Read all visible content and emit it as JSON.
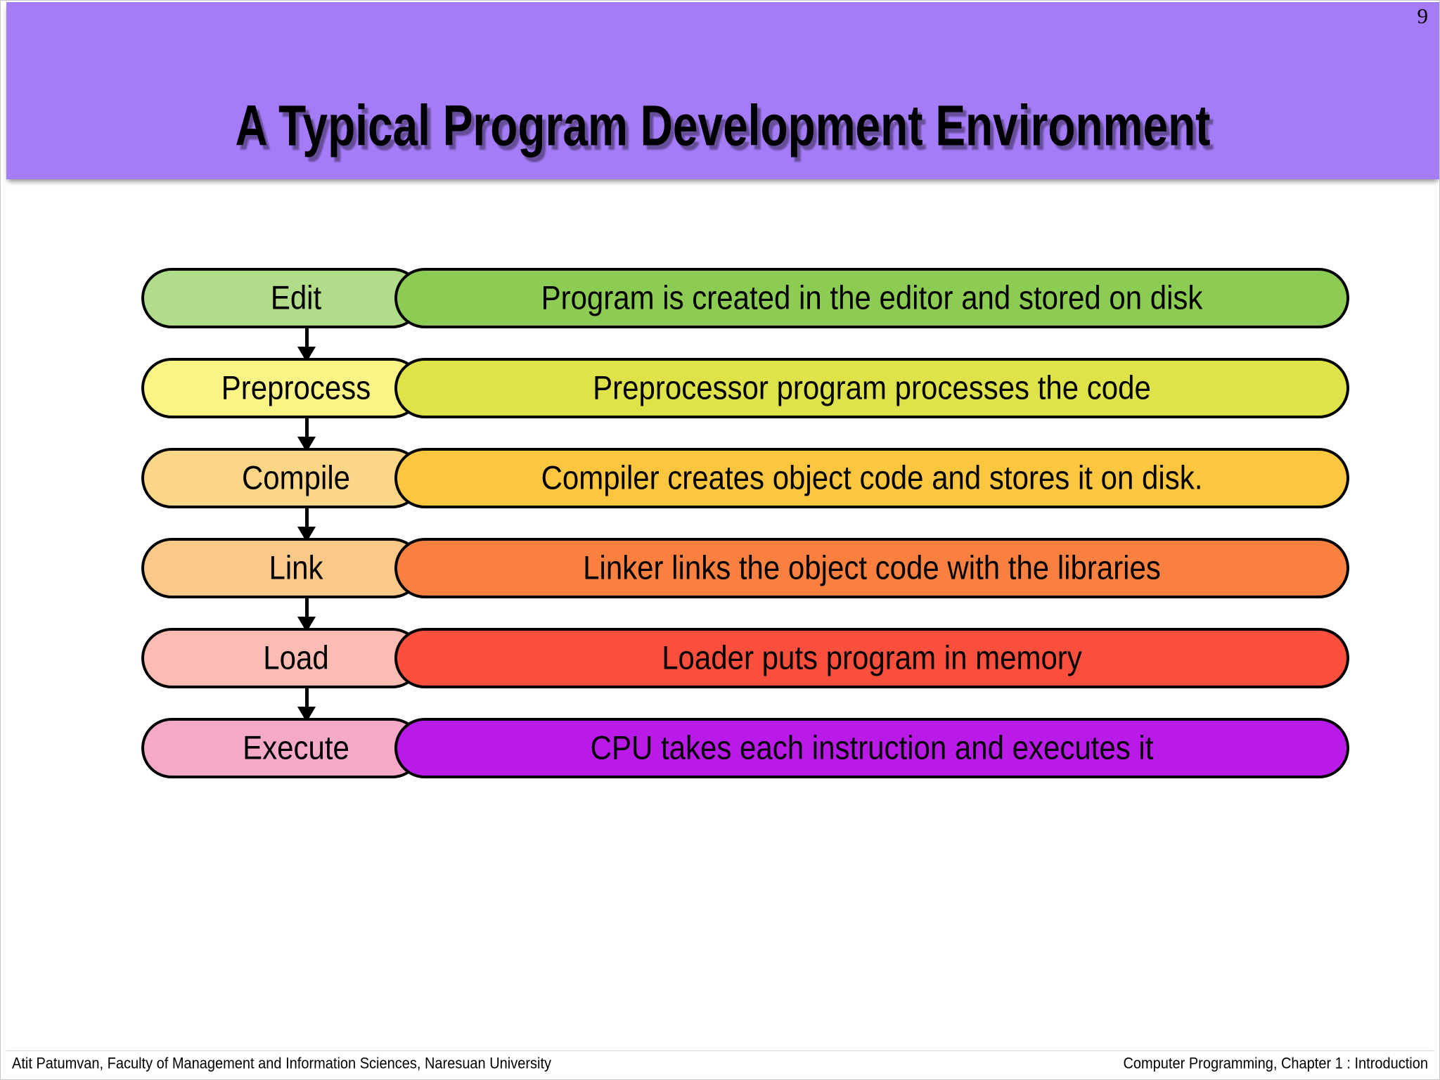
{
  "slide": {
    "number": "9",
    "title": "A Typical Program Development Environment",
    "header_color": "#a47cf7",
    "background_color": "#ffffff"
  },
  "flow": {
    "steps": [
      {
        "stage": "Edit",
        "description": "Program is created in the editor and stored on disk",
        "stage_color": "#b1dc8a",
        "desc_color": "#8ccc52"
      },
      {
        "stage": "Preprocess",
        "description": "Preprocessor program processes the code",
        "stage_color": "#faf486",
        "desc_color": "#dfe34a"
      },
      {
        "stage": "Compile",
        "description": "Compiler creates object code and stores it on disk.",
        "stage_color": "#fbd687",
        "desc_color": "#fcc63f"
      },
      {
        "stage": "Link",
        "description": "Linker links the object code with the libraries",
        "stage_color": "#fbc987",
        "desc_color": "#fa8040"
      },
      {
        "stage": "Load",
        "description": "Loader puts program in memory",
        "stage_color": "#fcbcb4",
        "desc_color": "#fa4f3c"
      },
      {
        "stage": "Execute",
        "description": "CPU takes each instruction and executes it",
        "stage_color": "#f4a9c8",
        "desc_color": "#ba1ae8"
      }
    ]
  },
  "footer": {
    "left": "Atit Patumvan, Faculty of Management and Information Sciences, Naresuan University",
    "right": "Computer Programming,  Chapter 1 : Introduction"
  }
}
